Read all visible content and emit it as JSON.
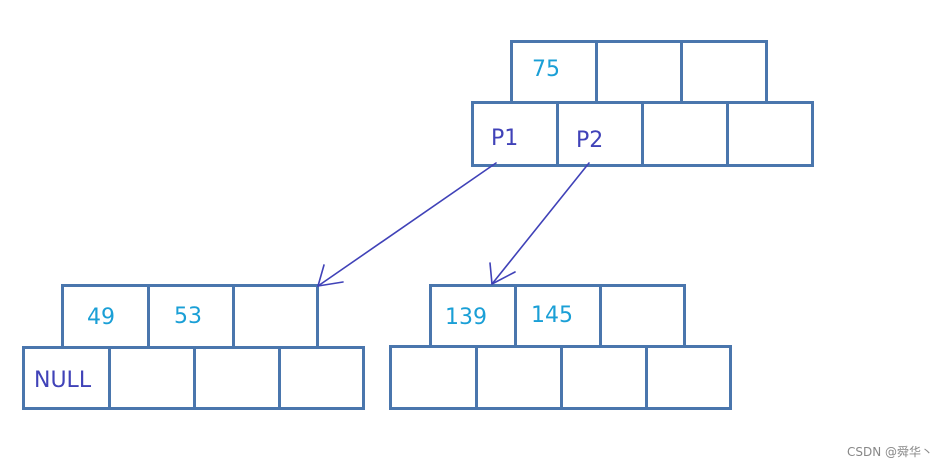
{
  "root": {
    "keys": [
      "75",
      "",
      ""
    ],
    "pointers": [
      "P1",
      "P2",
      "",
      ""
    ]
  },
  "left_child": {
    "keys": [
      "49",
      "53",
      ""
    ],
    "pointers": [
      "NULL",
      "",
      "",
      ""
    ]
  },
  "right_child": {
    "keys": [
      "139",
      "145",
      ""
    ],
    "pointers": [
      "",
      "",
      "",
      ""
    ]
  },
  "colors": {
    "cell_border": "#4a76ad",
    "key_text": "#1a9fd6",
    "pointer_text": "#4042b8",
    "arrow": "#4042b8"
  },
  "watermark": "CSDN @舜华丶"
}
